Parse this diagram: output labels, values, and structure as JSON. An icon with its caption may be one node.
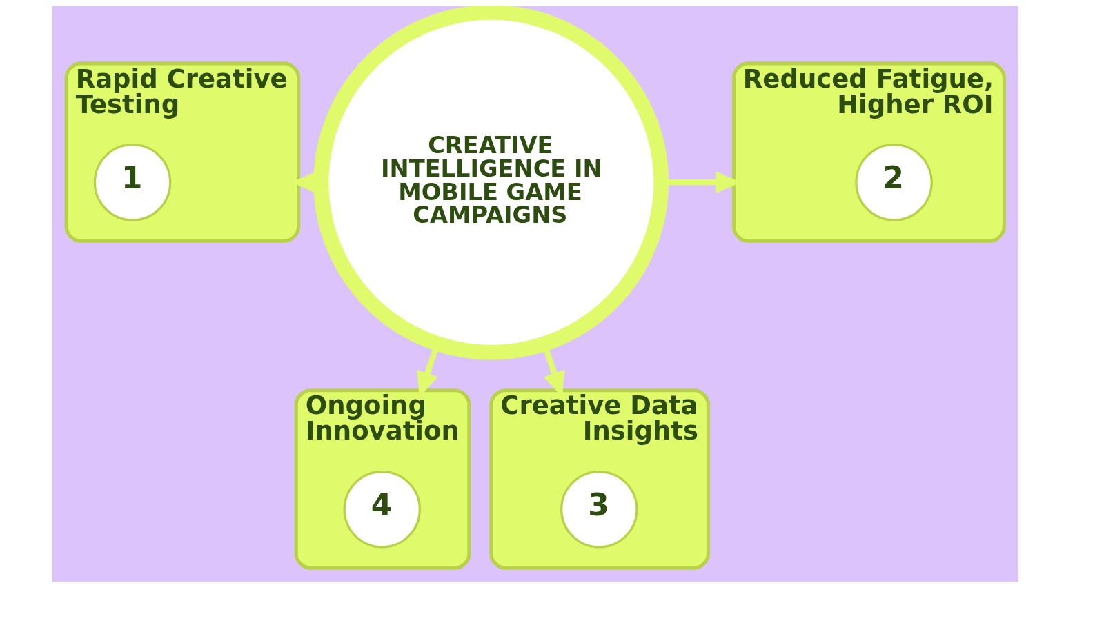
{
  "diagram": {
    "nodes": [
      {
        "text": [
          "Rapid Creative Testing"
        ]
      },
      {
        "text": [
          "1"
        ],
        "in": 0
      },
      {
        "text": [
          "Reduced Fatigue, Higher ROI"
        ]
      },
      {
        "text": [
          "2"
        ],
        "in": 2
      },
      {
        "text": [
          "CREATIVE INTELLIGENCE IN MOBILE GAME CAMPAIGNS"
        ]
      },
      {
        "text": [
          "Ongoing Innovation"
        ]
      },
      {
        "text": [
          "4"
        ],
        "in": 5
      },
      {
        "text": [
          "Creative Data Insights"
        ]
      },
      {
        "text": [
          "3"
        ],
        "in": 7
      }
    ],
    "edges": [
      {
        "from": 4,
        "to": 0,
        "arrow": "to"
      },
      {
        "from": 4,
        "to": 2,
        "arrow": "to"
      },
      {
        "from": 4,
        "to": 7,
        "arrow": "to"
      },
      {
        "from": 4,
        "to": 5,
        "arrow": "to"
      }
    ]
  }
}
